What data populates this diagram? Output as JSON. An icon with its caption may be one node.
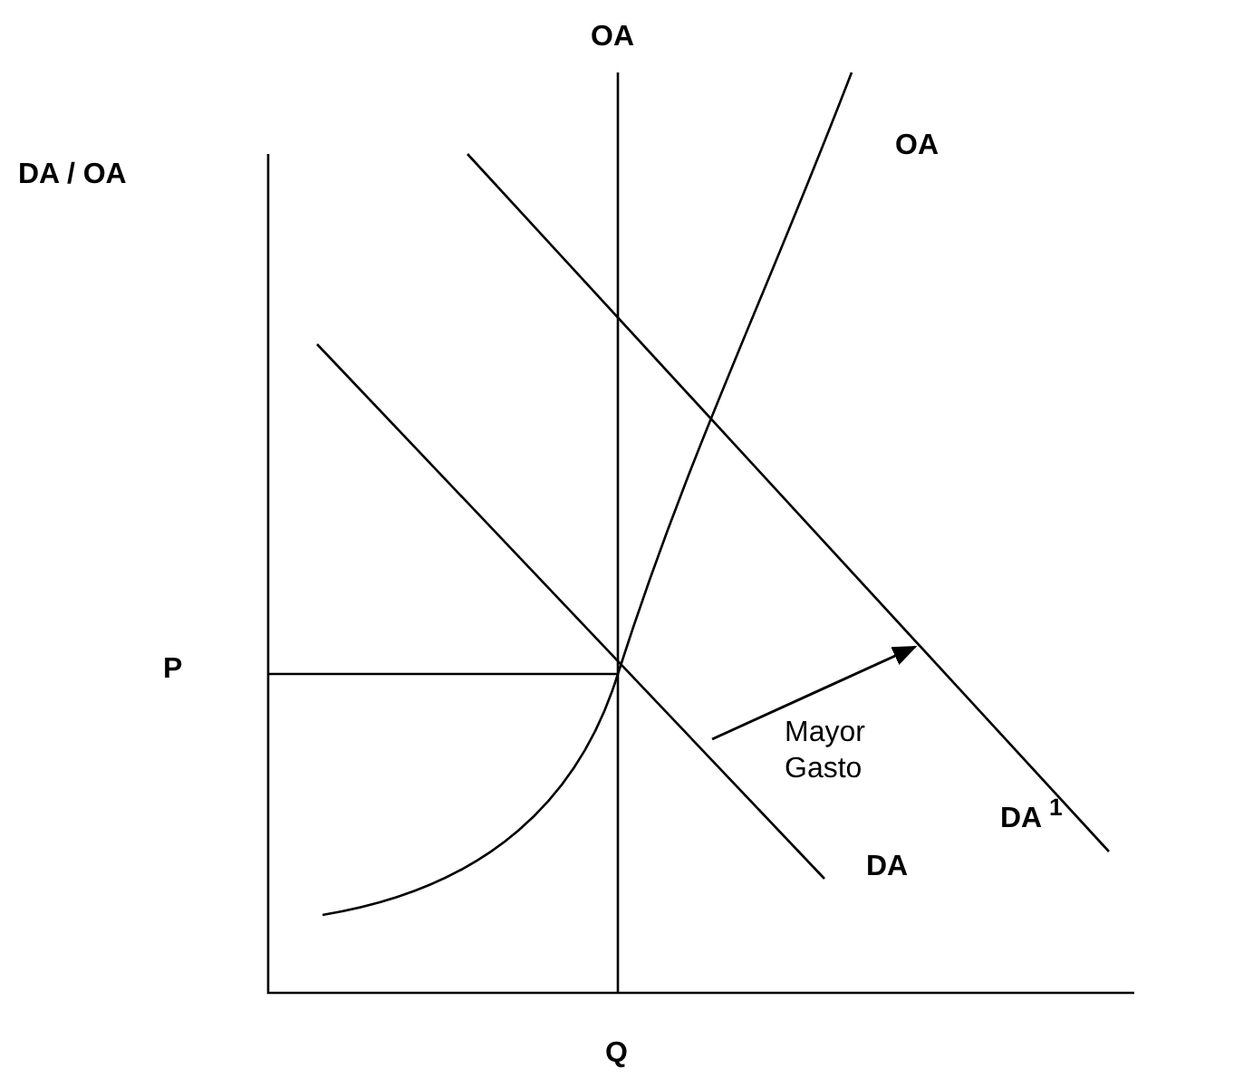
{
  "diagram": {
    "labels": [
      "OA",
      "DA / OA",
      "OA",
      "P",
      "Mayor Gasto",
      "DA $^{1}$",
      "DA",
      "Q"
    ]
  }
}
